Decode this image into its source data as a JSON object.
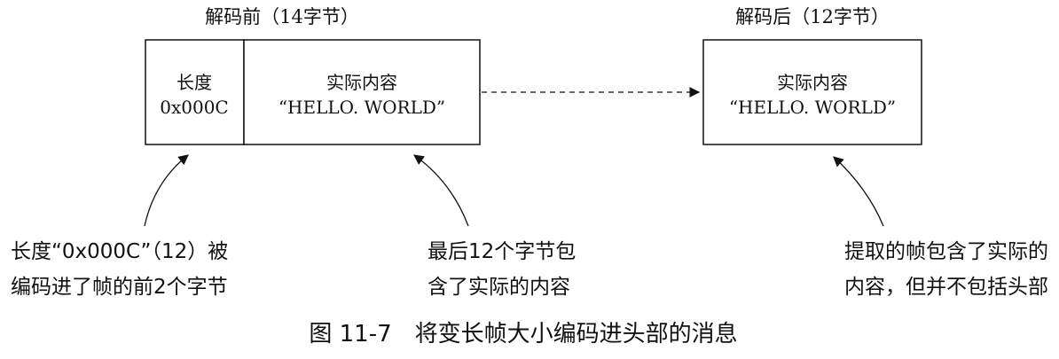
{
  "before": {
    "title": "解码前（14字节）",
    "length_label": "长度",
    "length_value": "0x000C",
    "content_label": "实际内容",
    "content_value": "“HELLO. WORLD”"
  },
  "after": {
    "title": "解码后（12字节）",
    "content_label": "实际内容",
    "content_value": "“HELLO. WORLD”"
  },
  "annotations": {
    "length": [
      "长度“0x000C”（12）被",
      "编码进了帧的前2个字节"
    ],
    "content": [
      "最后12个字节包",
      "含了实际的内容"
    ],
    "extracted": [
      "提取的帧包含了实际的",
      "内容，但并不包括头部"
    ]
  },
  "caption": "图 11-7　将变长帧大小编码进头部的消息"
}
